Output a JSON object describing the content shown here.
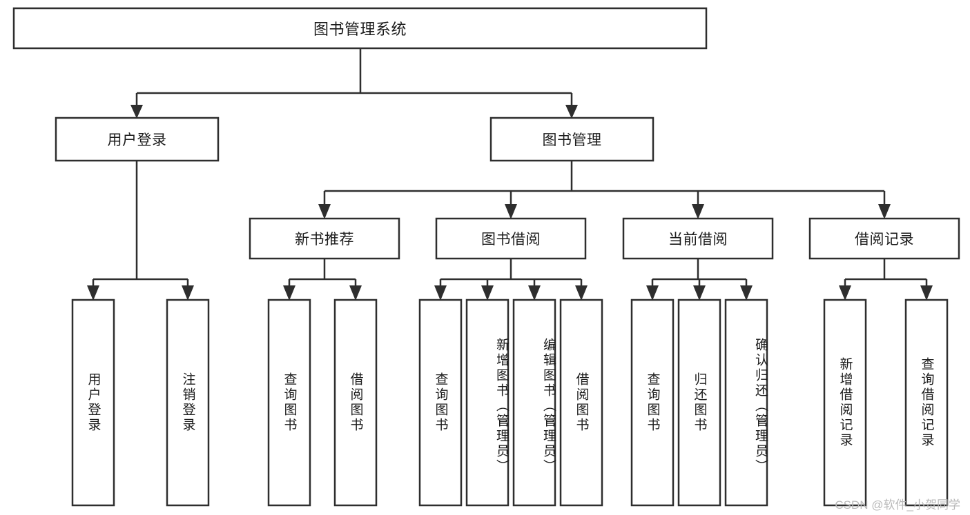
{
  "diagram": {
    "title": "图书管理系统",
    "type": "tree",
    "colors": {
      "box_fill": "#ffffff",
      "box_stroke": "#2e2e2e",
      "connector": "#2e2e2e",
      "text": "#1b1b1b",
      "watermark": "#b9b9b9"
    },
    "root": {
      "label": "图书管理系统"
    },
    "level2": [
      {
        "label": "用户登录"
      },
      {
        "label": "图书管理"
      }
    ],
    "level3": [
      {
        "label": "新书推荐"
      },
      {
        "label": "图书借阅"
      },
      {
        "label": "当前借阅"
      },
      {
        "label": "借阅记录"
      }
    ],
    "leaves": {
      "user_login": [
        {
          "label": "用户登录"
        },
        {
          "label": "注销登录"
        }
      ],
      "new_book_recommend": [
        {
          "label": "查询图书"
        },
        {
          "label": "借阅图书"
        }
      ],
      "book_borrow": [
        {
          "label": "查询图书"
        },
        {
          "label": "新增图书（管理员）"
        },
        {
          "label": "编辑图书（管理员）"
        },
        {
          "label": "借阅图书"
        }
      ],
      "current_borrow": [
        {
          "label": "查询图书"
        },
        {
          "label": "归还图书"
        },
        {
          "label": "确认归还（管理员）"
        }
      ],
      "borrow_record": [
        {
          "label": "新增借阅记录"
        },
        {
          "label": "查询借阅记录"
        }
      ]
    }
  },
  "watermark": {
    "text": "CSDN @软件_小贺同学"
  }
}
